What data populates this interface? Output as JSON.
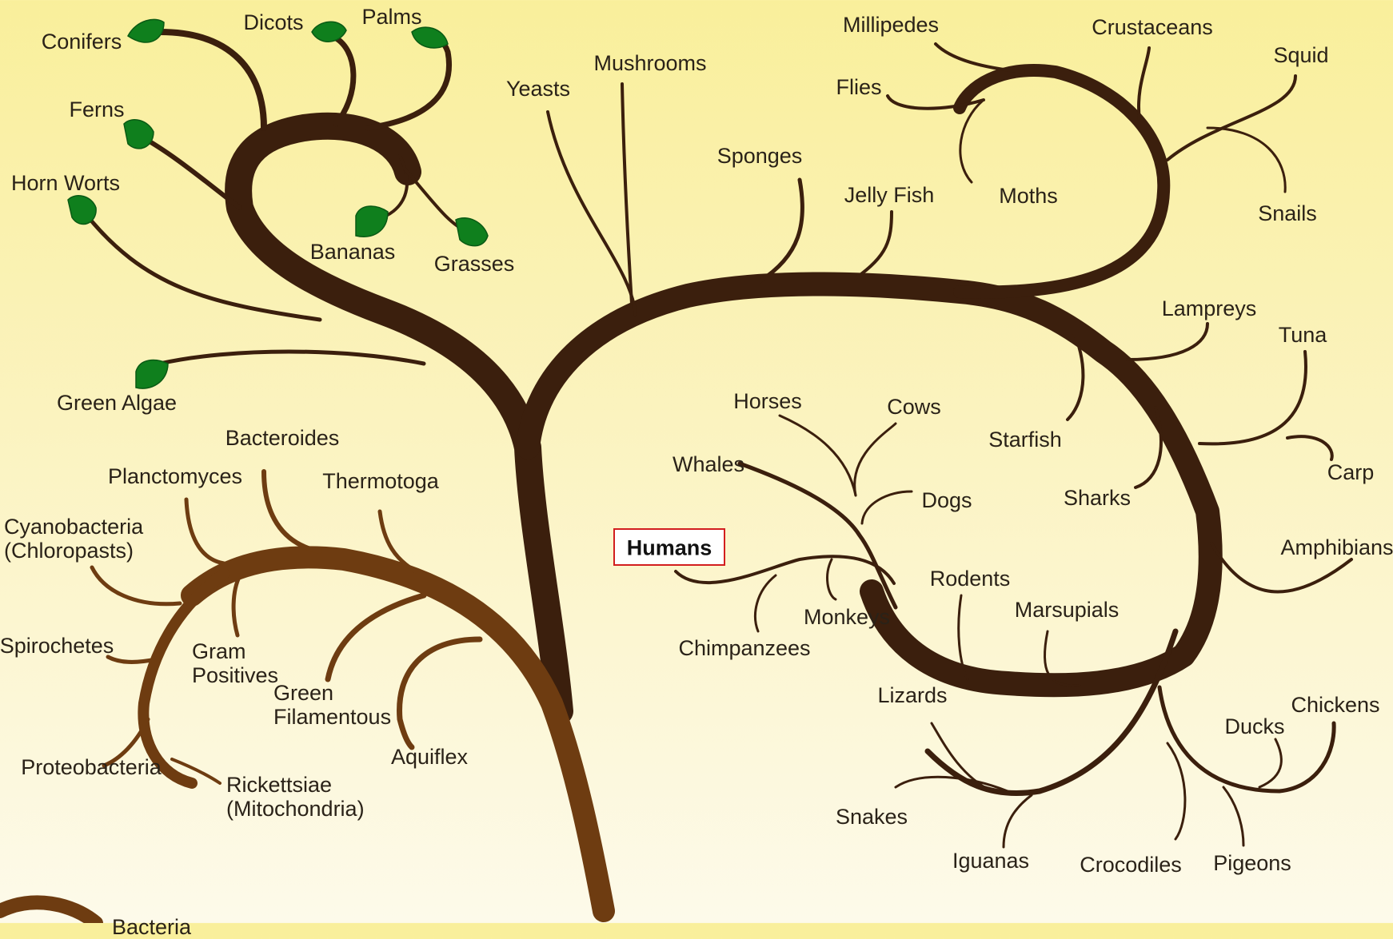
{
  "labels": {
    "conifers": "Conifers",
    "dicots": "Dicots",
    "palms": "Palms",
    "ferns": "Ferns",
    "horn_worts": "Horn Worts",
    "bananas": "Bananas",
    "grasses": "Grasses",
    "green_algae": "Green Algae",
    "yeasts": "Yeasts",
    "mushrooms": "Mushrooms",
    "sponges": "Sponges",
    "jelly_fish": "Jelly Fish",
    "millipedes": "Millipedes",
    "crustaceans": "Crustaceans",
    "squid": "Squid",
    "flies": "Flies",
    "moths": "Moths",
    "snails": "Snails",
    "lampreys": "Lampreys",
    "tuna": "Tuna",
    "starfish": "Starfish",
    "carp": "Carp",
    "sharks": "Sharks",
    "amphibians": "Amphibians",
    "horses": "Horses",
    "cows": "Cows",
    "whales": "Whales",
    "dogs": "Dogs",
    "humans": "Humans",
    "rodents": "Rodents",
    "monkeys": "Monkeys",
    "marsupials": "Marsupials",
    "chimpanzees": "Chimpanzees",
    "lizards": "Lizards",
    "chickens": "Chickens",
    "ducks": "Ducks",
    "snakes": "Snakes",
    "iguanas": "Iguanas",
    "crocodiles": "Crocodiles",
    "pigeons": "Pigeons",
    "bacteroides": "Bacteroides",
    "planctomyces": "Planctomyces",
    "thermotoga": "Thermotoga",
    "cyanobacteria": "Cyanobacteria\n(Chloropasts)",
    "spirochetes": "Spirochetes",
    "gram_positives": "Gram\nPositives",
    "green_filamentous": "Green\nFilamentous",
    "proteobacteria": "Proteobacteria",
    "rickettsiae": "Rickettsiae\n(Mitochondria)",
    "aquiflex": "Aquiflex",
    "bacteria": "Bacteria"
  },
  "colors": {
    "trunk": "#3b1f0d",
    "bacteria_branch": "#6e3c11",
    "leaf": "#0f7f1d",
    "highlight_border": "#d21e1e"
  }
}
